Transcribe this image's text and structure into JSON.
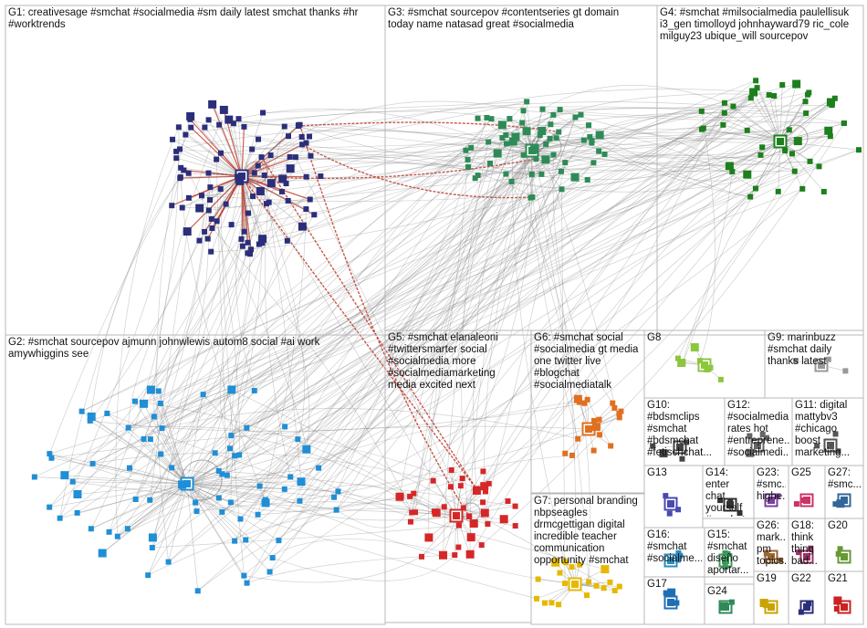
{
  "graph": {
    "colors": {
      "background": "#ffffff",
      "panel_border": "#b8b8b8",
      "edge": "#7a7a7a",
      "edge_highlight": "#c0392b",
      "label_text": "#111111"
    },
    "groups": [
      {
        "id": "G1",
        "text": "G1: creativesage #smchat #socialmedia #sm daily latest smchat thanks #hr\n#worktrends",
        "color": "#2b2f7a"
      },
      {
        "id": "G3",
        "text": "G3: #smchat sourcepov #contentseries gt domain\ntoday name natasad great #socialmedia",
        "color": "#2e8b57"
      },
      {
        "id": "G4",
        "text": "G4: #smchat #milsocialmedia paulellisuk\ni3_gen timolloyd johnhayward79 ric_cole\nmilguy23 ubique_will sourcepov",
        "color": "#1d7f1d"
      },
      {
        "id": "G2",
        "text": "G2: #smchat sourcepov ajmunn johnwlewis autom8 social #ai work\namywhiggins see",
        "color": "#1f8fd6"
      },
      {
        "id": "G5",
        "text": "G5: #smchat elanaleoni\n#twittersmarter social\n#socialmedia more\n#socialmediamarketing\nmedia excited next",
        "color": "#d62728"
      },
      {
        "id": "G6",
        "text": "G6: #smchat social\n#socialmedia gt media\none twitter live\n#blogchat\n#socialmediatalk",
        "color": "#e07020"
      },
      {
        "id": "G7",
        "text": "G7: personal branding\nnbpseagles\ndrmcgettigan digital\nincredible teacher\ncommunication\nopportunity #smchat",
        "color": "#e6b800"
      },
      {
        "id": "G8",
        "text": "G8",
        "color": "#8dc63f"
      },
      {
        "id": "G9",
        "text": "G9: marinbuzz\n#smchat daily\nthanks latest",
        "color": "#999999"
      },
      {
        "id": "G10",
        "text": "G10:\n#bdsmclips\n#smchat\n#bdsmchat\n#fetischchat...",
        "color": "#444444"
      },
      {
        "id": "G12",
        "text": "G12:\n#socialmedia\nrates hot\n#entreprene...\n#socialmedi...",
        "color": "#666666"
      },
      {
        "id": "G11",
        "text": "G11: digital\nmattybv3\n#chicago\nboost\nmarketing...",
        "color": "#555555"
      },
      {
        "id": "G13",
        "text": "G13",
        "color": "#4a4ab0"
      },
      {
        "id": "G14",
        "text": "G14:\nenter chat\nyourself\n#smchat...",
        "color": "#333333"
      },
      {
        "id": "G23",
        "text": "G23:\n#smc...\nhighe...",
        "color": "#7a3fa0"
      },
      {
        "id": "G25",
        "text": "G25",
        "color": "#cc3366"
      },
      {
        "id": "G27",
        "text": "G27:\n#smc...",
        "color": "#336699"
      },
      {
        "id": "G16",
        "text": "G16:\n#smchat\n#socialme...",
        "color": "#2b8cbe"
      },
      {
        "id": "G15",
        "text": "G15:\n#smchat\ndiseño\naportar...",
        "color": "#3a9a5b"
      },
      {
        "id": "G26",
        "text": "G26:\nmark...\npm\ntopics...",
        "color": "#996633"
      },
      {
        "id": "G18",
        "text": "G18:\nthink\nthing\nbad...",
        "color": "#993366"
      },
      {
        "id": "G20",
        "text": "G20",
        "color": "#669933"
      },
      {
        "id": "G17",
        "text": "G17",
        "color": "#1f6fb4"
      },
      {
        "id": "G24",
        "text": "G24",
        "color": "#2e8b57"
      },
      {
        "id": "G19",
        "text": "G19",
        "color": "#c9a400"
      },
      {
        "id": "G22",
        "text": "G22",
        "color": "#2b2f7a"
      },
      {
        "id": "G21",
        "text": "G21",
        "color": "#cc2222"
      }
    ]
  }
}
